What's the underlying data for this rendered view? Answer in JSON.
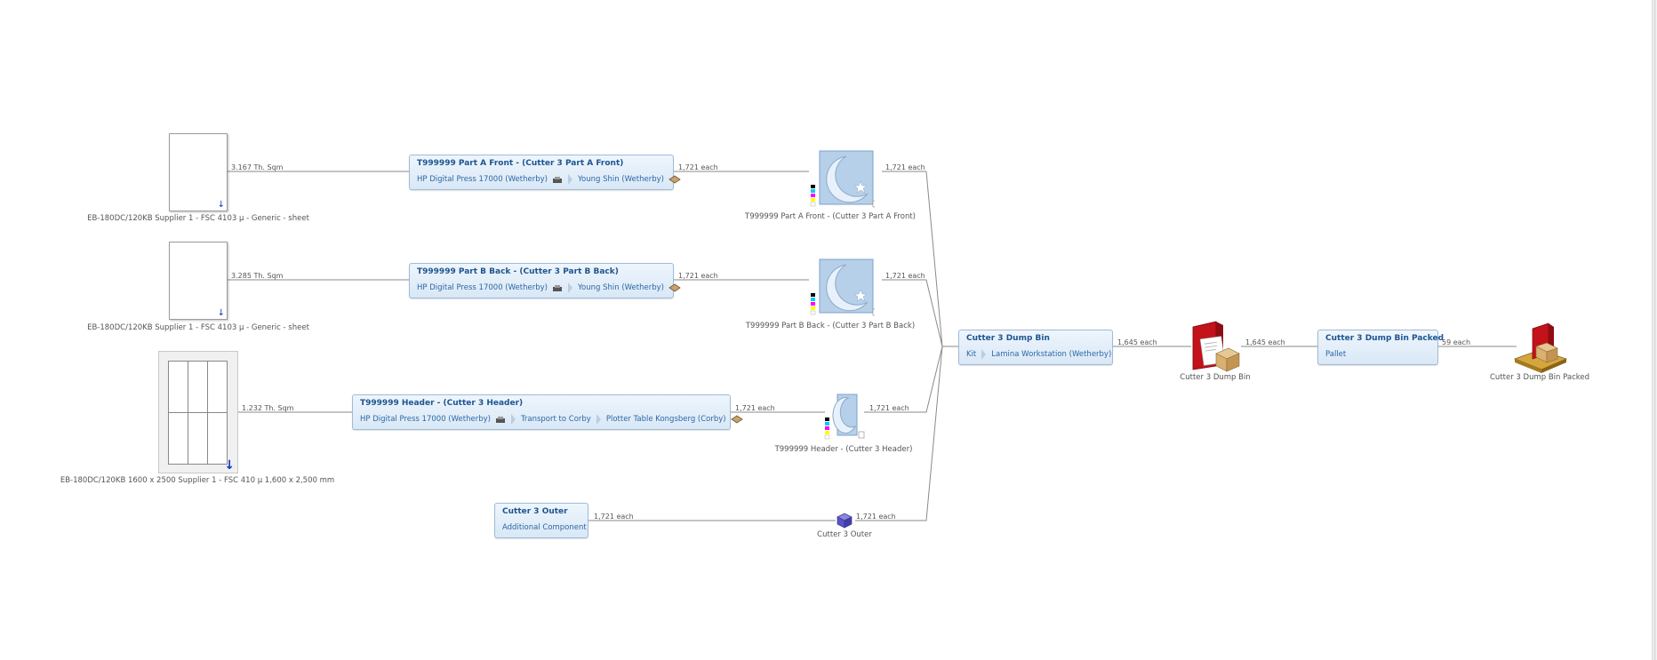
{
  "materials": [
    {
      "label": "EB-180DC/120KB Supplier 1 - FSC 4103 µ - Generic - sheet",
      "qty": "3.167 Th. Sqm"
    },
    {
      "label": "EB-180DC/120KB Supplier 1 - FSC 4103 µ - Generic - sheet",
      "qty": "3.285 Th. Sqm"
    },
    {
      "label": "EB-180DC/120KB 1600 x 2500 Supplier 1 - FSC 410 µ 1,600 x 2,500 mm",
      "qty": "1.232 Th. Sqm"
    }
  ],
  "processes": [
    {
      "title": "T999999 Part A Front - (Cutter 3 Part A Front)",
      "steps": [
        "HP Digital Press 17000 (Wetherby)",
        "Young Shin (Wetherby)"
      ],
      "out_qty": "1,721 each"
    },
    {
      "title": "T999999 Part B Back - (Cutter 3 Part B Back)",
      "steps": [
        "HP Digital Press 17000 (Wetherby)",
        "Young Shin (Wetherby)"
      ],
      "out_qty": "1,721 each"
    },
    {
      "title": "T999999 Header - (Cutter 3 Header)",
      "steps": [
        "HP Digital Press 17000 (Wetherby)",
        "Transport to Corby",
        "Plotter Table Kongsberg (Corby)"
      ],
      "out_qty": "1,721 each"
    },
    {
      "title": "Cutter 3 Outer",
      "steps": [
        "Additional Component"
      ],
      "out_qty": "1,721 each"
    }
  ],
  "parts": [
    {
      "label": "T999999 Part A Front - (Cutter 3 Part A Front)",
      "qty": "1,721 each"
    },
    {
      "label": "T999999 Part B Back - (Cutter 3 Part B Back)",
      "qty": "1,721 each"
    },
    {
      "label": "T999999 Header - (Cutter 3 Header)",
      "qty": "1,721 each"
    },
    {
      "label": "Cutter 3 Outer",
      "qty": "1,721 each"
    }
  ],
  "assembly": {
    "title": "Cutter 3 Dump Bin",
    "steps": [
      "Kit",
      "Lamina Workstation (Wetherby)"
    ],
    "out_qty": "1,645 each",
    "product_label": "Cutter 3 Dump Bin",
    "product_qty": "1,645 each"
  },
  "packing": {
    "title": "Cutter 3 Dump Bin Packed",
    "steps": [
      "Pallet"
    ],
    "out_qty": "59 each",
    "product_label": "Cutter 3 Dump Bin Packed"
  },
  "colors": {
    "link": "#2c68a6",
    "title": "#1d5590",
    "wire": "#8a8a8a",
    "panel": "#d9e8f6",
    "border": "#9fbbd9"
  }
}
